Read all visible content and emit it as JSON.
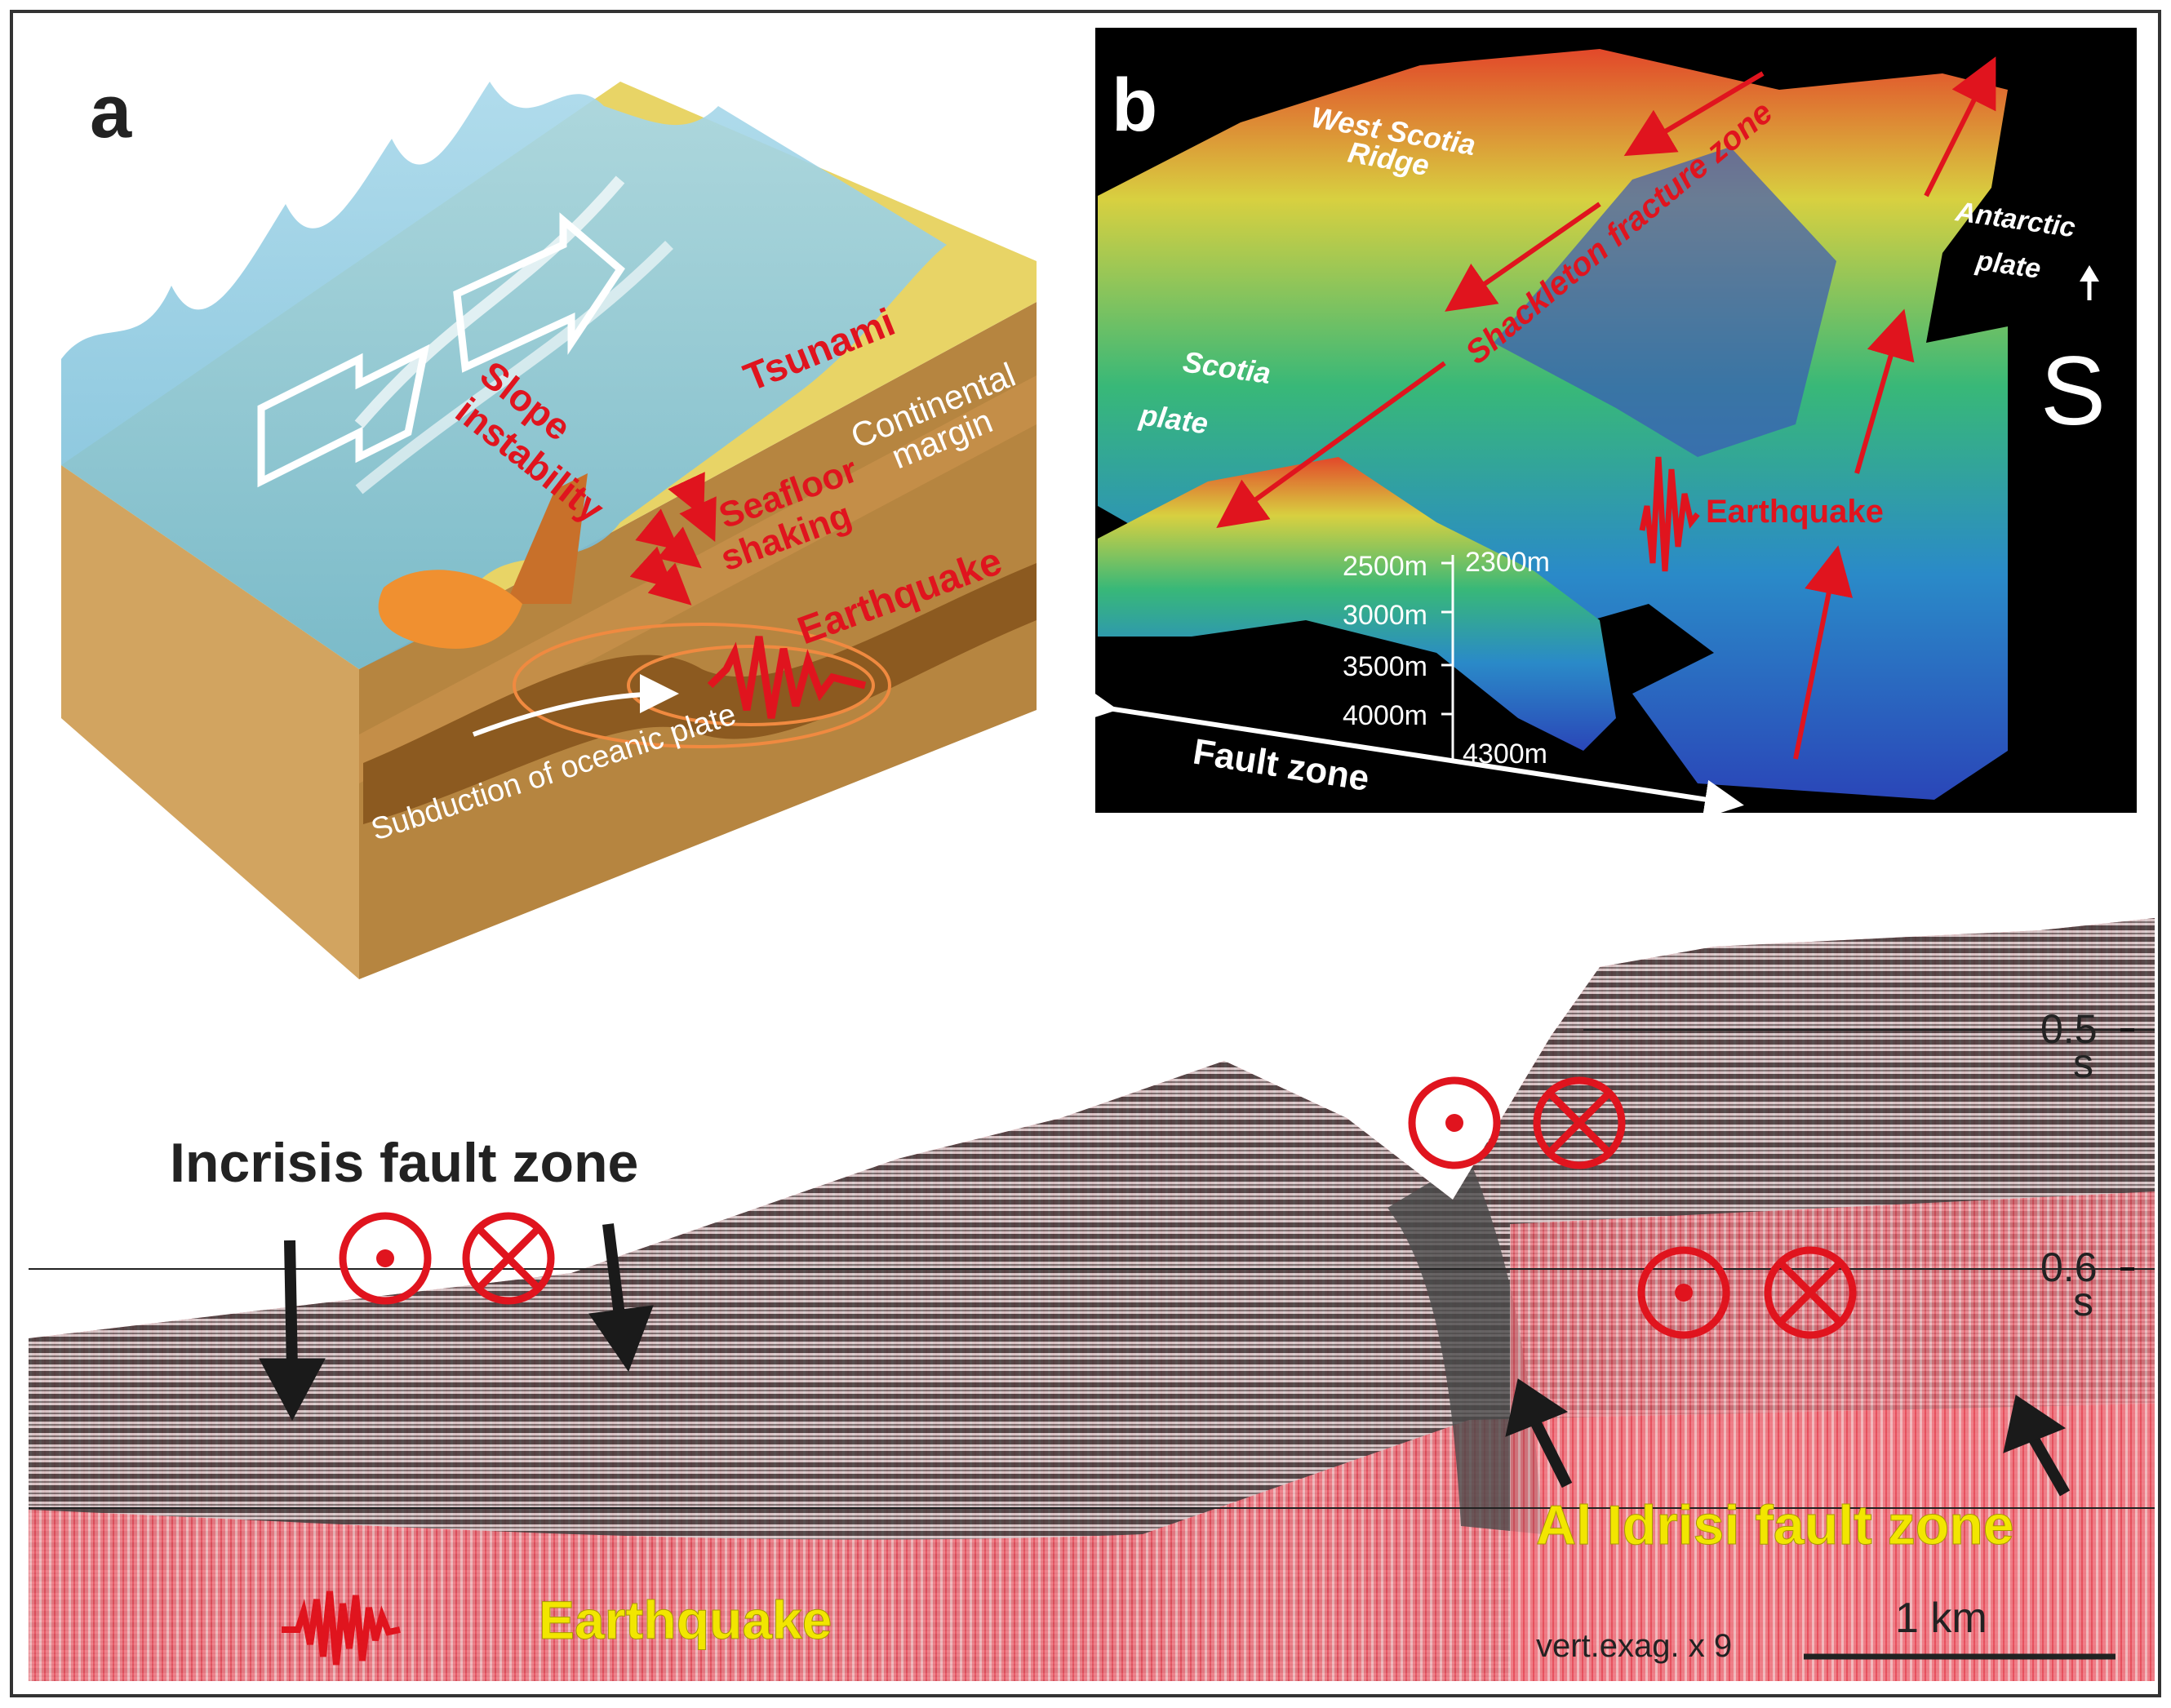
{
  "panel_a": {
    "letter": "a",
    "labels": {
      "tsunami": "Tsunami",
      "continental_1": "Continental",
      "continental_2": "margin",
      "slope_1": "Slope",
      "slope_2": "instability",
      "shaking_1": "Seafloor",
      "shaking_2": "shaking",
      "earthquake": "Earthquake",
      "subduction": "Subduction of oceanic plate"
    }
  },
  "panel_b": {
    "letter": "b",
    "labels": {
      "ridge_1": "West Scotia",
      "ridge_2": "Ridge",
      "fracture": "Shackleton fracture zone",
      "antarctic_1": "Antarctic",
      "antarctic_2": "plate",
      "scotia_1": "Scotia",
      "scotia_2": "plate",
      "earthquake": "Earthquake",
      "fault_zone": "Fault zone",
      "north": "S"
    },
    "depth_scale": [
      "2500m",
      "3000m",
      "3500m",
      "4000m"
    ],
    "depth_top": "2300m",
    "depth_bottom": "4300m"
  },
  "panel_c": {
    "incrisis": "Incrisis fault zone",
    "al_idrisi": "Al Idrisi fault zone",
    "earthquake": "Earthquake",
    "twt_1": "0.5",
    "twt_1_unit": "s",
    "twt_2": "0.6",
    "twt_2_unit": "s",
    "scale_bar": "1 km",
    "vert_exag": "vert.exag. x 9"
  },
  "colors": {
    "annotation_red": "#e0141e",
    "annotation_yellow": "#f2e600",
    "seismic_pink": "#f0a0a4",
    "seismic_dark": "#3a3a3a",
    "sediment": "#c8944a",
    "water": "#8cc8dc"
  }
}
